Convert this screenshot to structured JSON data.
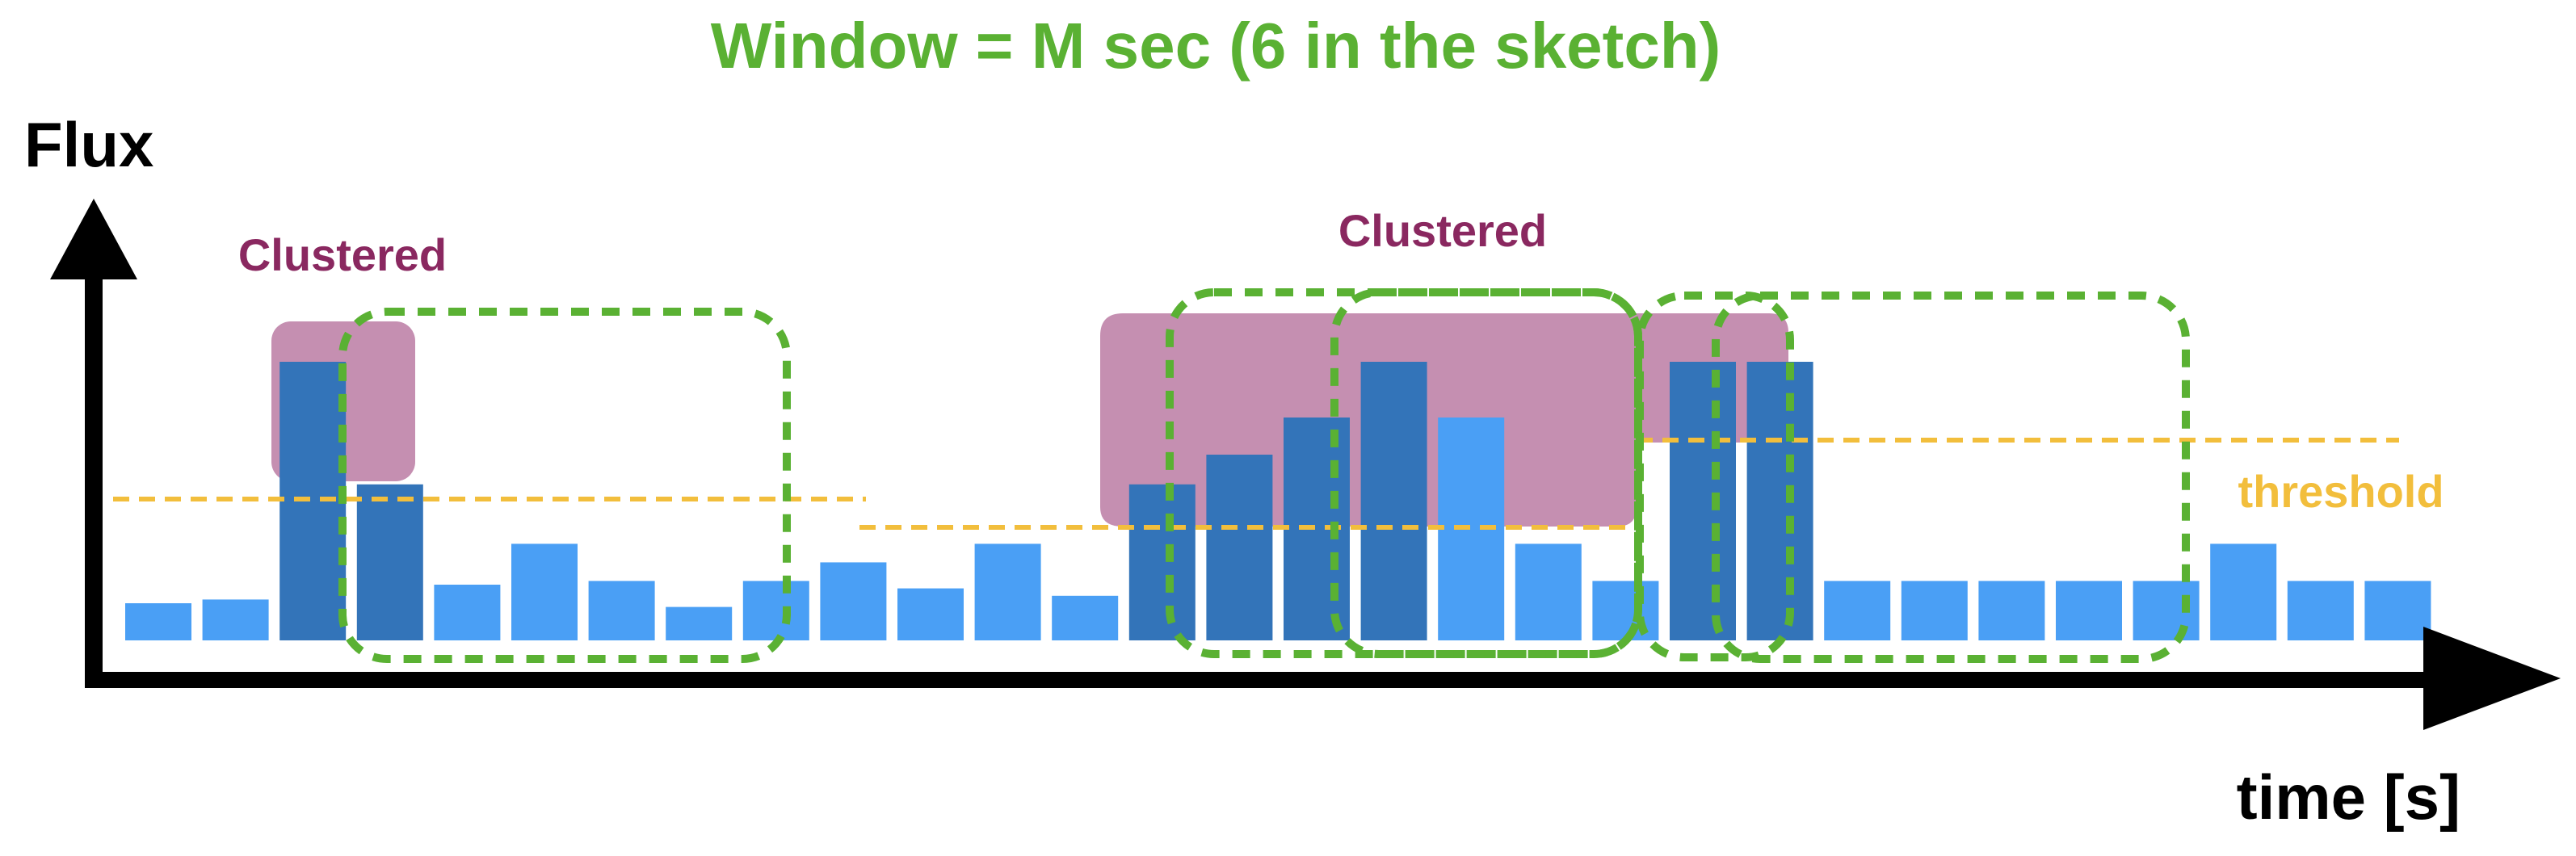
{
  "title": "Window = M sec (6 in the sketch)",
  "y_label": "Flux",
  "x_label": "time [s]",
  "threshold_label": "threshold",
  "cluster_labels": [
    "Clustered",
    "Clustered"
  ],
  "colors": {
    "bar_below_threshold": "#4A9FF5",
    "bar_above_threshold": "#3374B9",
    "cluster_region": "#C58FB1",
    "cluster_text": "#8A2860",
    "window_outline": "#5AB133",
    "threshold_line": "#F2BE3C",
    "axis": "#000000"
  },
  "flux_bars": [
    {
      "value": 1.0,
      "above_threshold": false
    },
    {
      "value": 1.1,
      "above_threshold": false
    },
    {
      "value": 7.5,
      "above_threshold": true
    },
    {
      "value": 4.2,
      "above_threshold": true
    },
    {
      "value": 1.5,
      "above_threshold": false
    },
    {
      "value": 2.6,
      "above_threshold": false
    },
    {
      "value": 1.6,
      "above_threshold": false
    },
    {
      "value": 0.9,
      "above_threshold": false
    },
    {
      "value": 1.6,
      "above_threshold": false
    },
    {
      "value": 2.1,
      "above_threshold": false
    },
    {
      "value": 1.4,
      "above_threshold": false
    },
    {
      "value": 2.6,
      "above_threshold": false
    },
    {
      "value": 1.2,
      "above_threshold": false
    },
    {
      "value": 4.2,
      "above_threshold": true
    },
    {
      "value": 5.0,
      "above_threshold": true
    },
    {
      "value": 6.0,
      "above_threshold": true
    },
    {
      "value": 7.5,
      "above_threshold": true
    },
    {
      "value": 6.0,
      "above_threshold": false
    },
    {
      "value": 2.6,
      "above_threshold": false
    },
    {
      "value": 1.6,
      "above_threshold": false
    },
    {
      "value": 7.5,
      "above_threshold": true
    },
    {
      "value": 7.5,
      "above_threshold": true
    },
    {
      "value": 1.6,
      "above_threshold": false
    },
    {
      "value": 1.6,
      "above_threshold": false
    },
    {
      "value": 1.6,
      "above_threshold": false
    },
    {
      "value": 1.6,
      "above_threshold": false
    },
    {
      "value": 1.6,
      "above_threshold": false
    },
    {
      "value": 2.6,
      "above_threshold": false
    },
    {
      "value": 1.6,
      "above_threshold": false
    },
    {
      "value": 1.6,
      "above_threshold": false
    }
  ],
  "threshold_segments": [
    {
      "from_bar": 0,
      "to_bar": 9,
      "level": 3.8
    },
    {
      "from_bar": 10,
      "to_bar": 19,
      "level": 3.0
    },
    {
      "from_bar": 20,
      "to_bar": 29,
      "level": 5.3
    }
  ],
  "windows_note": "Each window spans 6 bars",
  "cluster_regions": [
    {
      "from_bar": 2,
      "to_bar": 3
    },
    {
      "from_bar": 13,
      "to_bar": 21
    }
  ]
}
